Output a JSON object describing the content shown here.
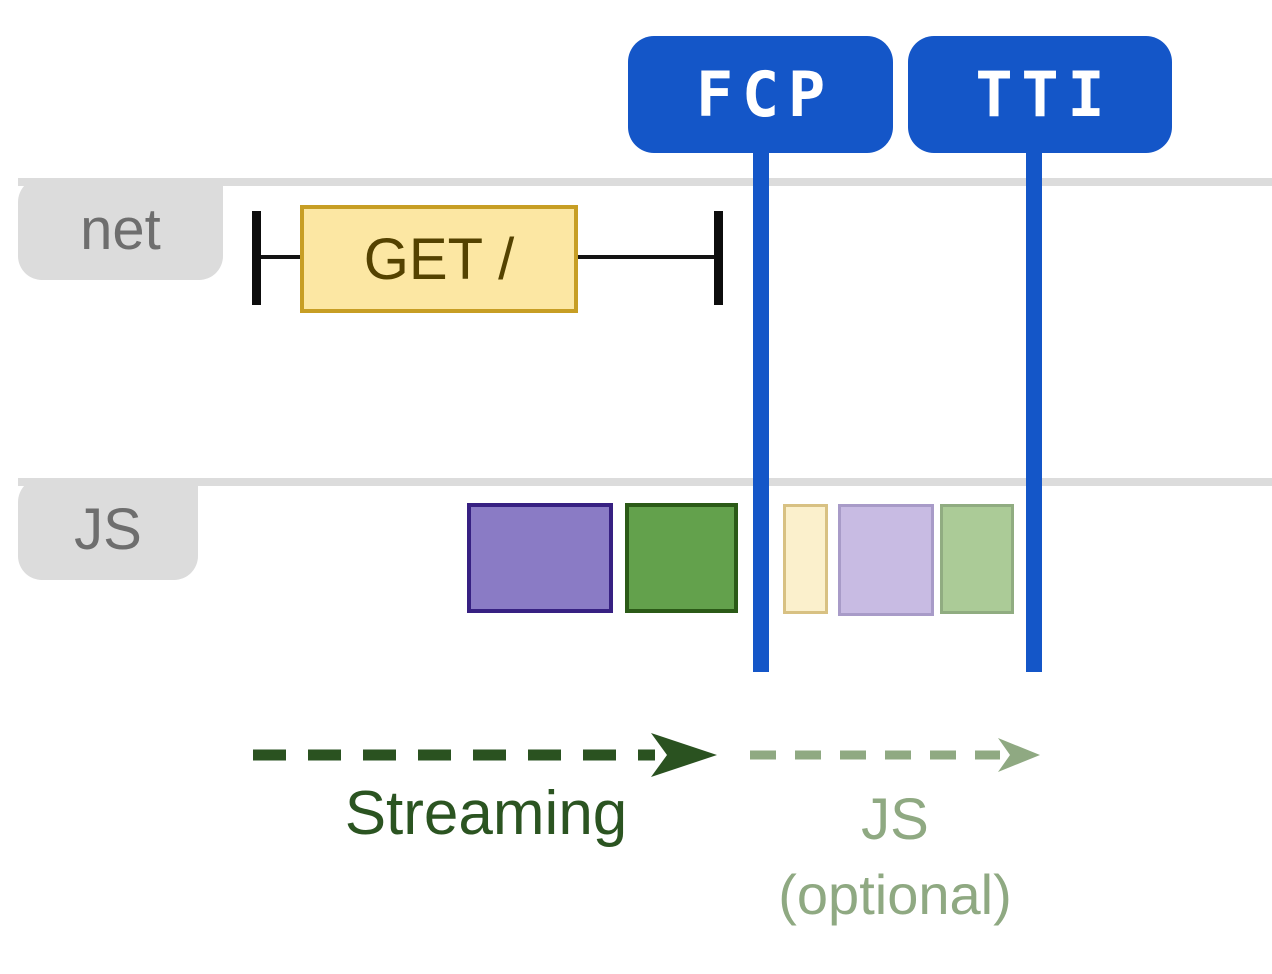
{
  "diagram": {
    "markers": [
      {
        "label": "FCP",
        "color": "#1456C8"
      },
      {
        "label": "TTI",
        "color": "#1456C8"
      }
    ],
    "lanes": [
      {
        "label": "net"
      },
      {
        "label": "JS"
      }
    ],
    "network_request": {
      "label": "GET /",
      "fill": "#FCE7A3",
      "border": "#C79E24"
    },
    "js_tasks": [
      {
        "fill": "#8A7BC5",
        "border": "#372082"
      },
      {
        "fill": "#63A14C",
        "border": "#2B5A17"
      },
      {
        "fill": "#FBF0CC",
        "border": "#D8C183"
      },
      {
        "fill": "#C8BBE3",
        "border": "#A89BC8"
      },
      {
        "fill": "#ABCB97",
        "border": "#90AC81"
      }
    ],
    "annotations": [
      {
        "label": "Streaming",
        "color": "#2B5421"
      },
      {
        "label": "JS",
        "sublabel": "(optional)",
        "color": "#8FA982"
      }
    ],
    "colors": {
      "lane_rail": "#DCDCDC",
      "lane_label_text": "#6E6E6E",
      "request_ticks": "#0D0D0D",
      "badge_blue": "#1456C8"
    }
  }
}
